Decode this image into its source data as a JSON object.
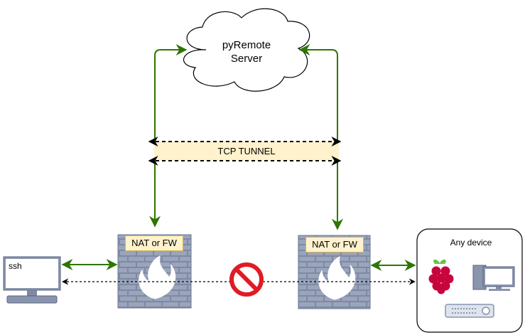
{
  "server": {
    "label_line1": "pyRemote",
    "label_line2": "Server"
  },
  "tunnel": {
    "label": "TCP TUNNEL"
  },
  "firewall_left": {
    "label": "NAT or FW"
  },
  "firewall_right": {
    "label": "NAT or FW"
  },
  "client": {
    "terminal_text": "ssh"
  },
  "device_box": {
    "title": "Any device"
  },
  "colors": {
    "arrow_green": "#2d7600",
    "tunnel_fill": "#fff2cc",
    "wall_fill": "#8994ad",
    "blocked_red": "#e01b24"
  },
  "icons": [
    "cloud-icon",
    "firewall-icon",
    "monitor-icon",
    "blocked-icon",
    "raspberry-pi-icon",
    "desktop-computer-icon",
    "remote-control-icon"
  ]
}
